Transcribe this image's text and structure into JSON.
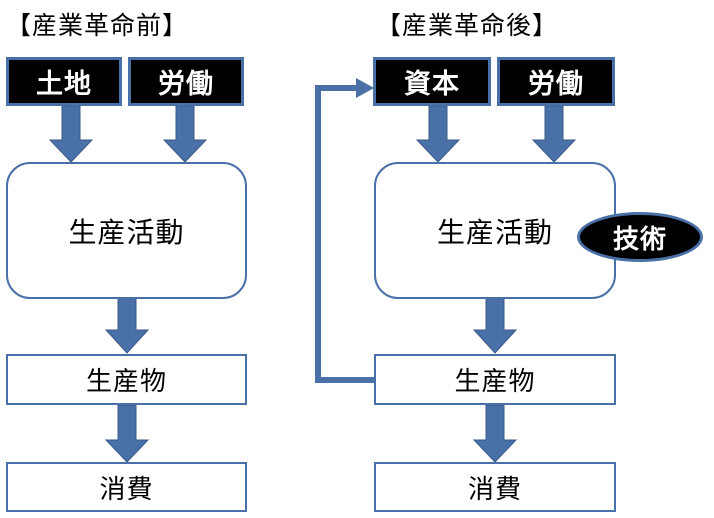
{
  "left": {
    "title": "【産業革命前】",
    "inputs": [
      "土地",
      "労働"
    ],
    "process": "生産活動",
    "output": "生産物",
    "consumption": "消費"
  },
  "right": {
    "title": "【産業革命後】",
    "inputs": [
      "資本",
      "労働"
    ],
    "process": "生産活動",
    "technology": "技術",
    "output": "生産物",
    "consumption": "消費"
  },
  "colors": {
    "arrow": "#4a70a8",
    "box_border": "#4a70a8",
    "input_fill": "#000000"
  }
}
